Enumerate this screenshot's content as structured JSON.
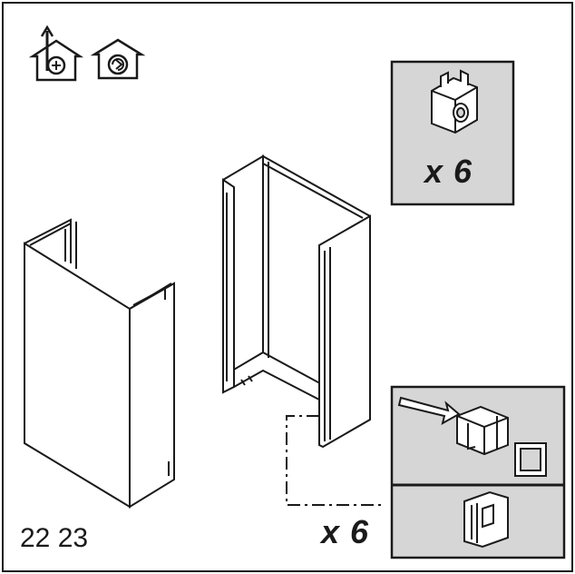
{
  "qty_clip_nuts": "x 6",
  "qty_detail": "x 6",
  "page_numbers": "22 23",
  "colors": {
    "panel_fill": "#d6d6d6",
    "line": "#1a1a1a",
    "background": "#ffffff"
  },
  "icons": [
    "extraction-mode-icon",
    "recirculation-mode-icon",
    "clip-nut-icon",
    "insert-arrow-icon"
  ]
}
